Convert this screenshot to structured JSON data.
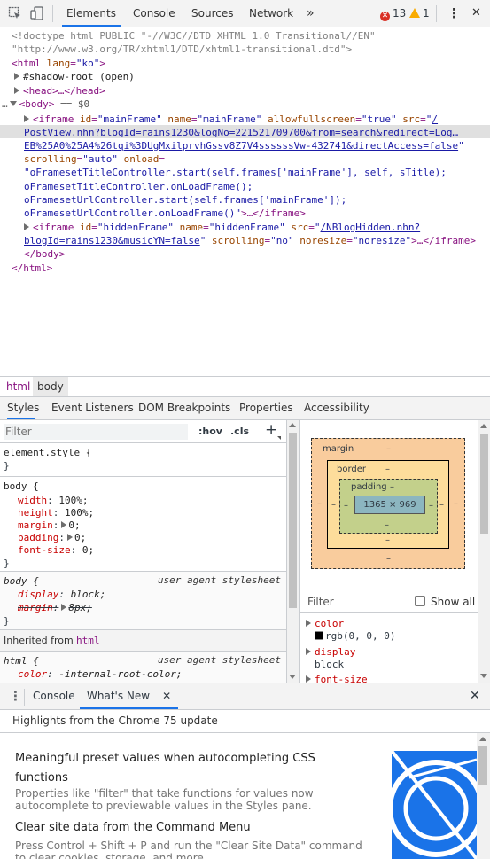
{
  "toolbar": {
    "tabs": [
      "Elements",
      "Console",
      "Sources",
      "Network"
    ],
    "more": "»",
    "errors": "13",
    "warnings": "1",
    "menu": "⋮",
    "close": "✕"
  },
  "tree": {
    "doctype1": "<!doctype html PUBLIC \"-//W3C//DTD XHTML 1.0 Transitional//EN\"",
    "doctype2": "\"http://www.w3.org/TR/xhtml1/DTD/xhtml1-transitional.dtd\">",
    "html_open_tag": "<html",
    "html_lang_attr": " lang",
    "html_lang_val": "\"ko\"",
    "shadow": "#shadow-root (open)",
    "head": "<head>…</head>",
    "body_open": "<body>",
    "body_eq": " == $0",
    "iframe1": {
      "open": "<iframe",
      "id_attr": " id",
      "id_val": "\"mainFrame\"",
      "name_attr": " name",
      "name_val": "\"mainFrame\"",
      "allow_attr": " allowfullscreen",
      "allow_val": "\"true\"",
      "src_attr": " src",
      "src_q": "\"",
      "src_l1": "/",
      "src_l2": "PostView.nhn?blogId=rains1230&logNo=221521709700&from=search&redirect=Log…",
      "src_l3": "EB%25A0%25A4%26tqi%3DUgMxilprvhGssv8Z7V4ssssssVw-432741&directAccess=false",
      "src_q2": "\"",
      "scroll_attr": "scrolling",
      "scroll_val": "\"auto\"",
      "onload_attr": " onload",
      "l5": "\"oFramesetTitleController.start(self.frames['mainFrame'], self, sTitle);",
      "l6": "oFramesetTitleController.onLoadFrame();",
      "l7": "oFramesetUrlController.start(self.frames['mainFrame']);",
      "l8": "oFramesetUrlController.onLoadFrame()\"",
      "close": ">…</iframe>"
    },
    "iframe2": {
      "open": "<iframe",
      "id_attr": " id",
      "id_val": "\"hiddenFrame\"",
      "name_attr": " name",
      "name_val": "\"hiddenFrame\"",
      "src_attr": " src",
      "src_q": "\"",
      "src_l1": "/NBlogHidden.nhn?",
      "src_l2": "blogId=rains1230&musicYN=false",
      "src_q2": "\"",
      "scroll_attr": " scrolling",
      "scroll_val": "\"no\"",
      "resize_attr": " noresize",
      "resize_val": "\"noresize\"",
      "close": ">…</iframe>"
    },
    "body_close": "</body>",
    "html_close": "</html>"
  },
  "breadcrumb": [
    "html",
    "body"
  ],
  "style_tabs": [
    "Styles",
    "Event Listeners",
    "DOM Breakpoints",
    "Properties",
    "Accessibility"
  ],
  "styles": {
    "filter_placeholder": "Filter",
    "hov": ":hov",
    "cls": ".cls",
    "plus": "+",
    "element_style": "element.style {",
    "close_brace": "}",
    "body_rule": {
      "selector": "body {",
      "props": [
        {
          "name": "width",
          "value": "100%;"
        },
        {
          "name": "height",
          "value": "100%;"
        },
        {
          "name": "margin",
          "value": "0;"
        },
        {
          "name": "padding",
          "value": "0;"
        },
        {
          "name": "font-size",
          "value": "0;"
        }
      ]
    },
    "ua_rule": {
      "selector": "body {",
      "source": "user agent stylesheet",
      "props": [
        {
          "name": "display",
          "value": "block;"
        },
        {
          "name": "margin",
          "value": "8px;"
        }
      ]
    },
    "inherited_label": "Inherited from",
    "inherited_from": "html",
    "html_rule": {
      "selector": "html {",
      "source": "user agent stylesheet",
      "prop_name": "color",
      "prop_value": "-internal-root-color;"
    }
  },
  "boxmodel": {
    "margin_label": "margin",
    "border_label": "border",
    "padding_label": "padding",
    "dash": "–",
    "content": "1365 × 969"
  },
  "computed": {
    "filter_placeholder": "Filter",
    "show_all": "Show all",
    "items": [
      {
        "name": "color",
        "value": "rgb(0, 0, 0)"
      },
      {
        "name": "display",
        "value": "block"
      },
      {
        "name": "font-size",
        "value": ""
      }
    ],
    "swatch_color": "#000000"
  },
  "drawer": {
    "tabs": [
      "Console",
      "What's New"
    ],
    "highlights": "Highlights from the Chrome 75 update",
    "items": [
      {
        "title": "Meaningful preset values when autocompleting CSS",
        "title2": "functions",
        "desc": "Properties like \"filter\" that take functions for values now",
        "desc2": "autocomplete to previewable values in the Styles pane."
      },
      {
        "title": "Clear site data from the Command Menu",
        "desc": "Press Control + Shift + P and run the \"Clear Site Data\" command",
        "desc2": "to clear cookies, storage, and more."
      }
    ]
  },
  "colors": {
    "accent": "#1a73e8",
    "error": "#d93025",
    "warning": "#f9ab00",
    "margin_box": "#f9cc9d",
    "border_box": "#fddd9b",
    "padding_box": "#c3d08b",
    "content_box": "#8cb6c0"
  }
}
